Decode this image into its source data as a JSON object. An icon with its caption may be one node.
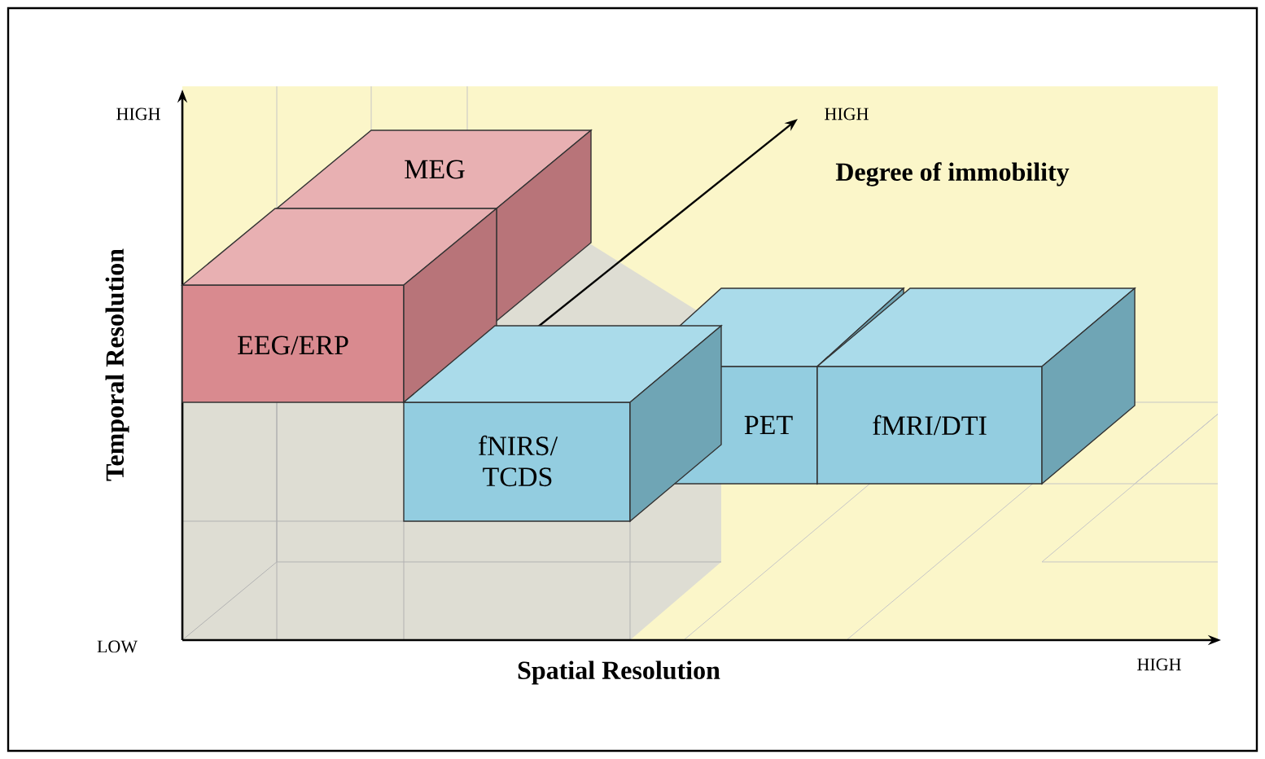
{
  "diagram": {
    "nodes": [
      {
        "text": [
          "MEG"
        ]
      },
      {
        "text": [
          "EEG/ERP"
        ]
      },
      {
        "text": [
          "PET"
        ]
      },
      {
        "text": [
          "fMRI/DTI"
        ]
      },
      {
        "text": [
          "fNIRS/ TCDS"
        ]
      }
    ],
    "labels": [
      "HIGH",
      "HIGH",
      "Degree of immobility",
      "Temporal Resolution",
      "LOW",
      "Spatial Resolution",
      "HIGH"
    ]
  }
}
